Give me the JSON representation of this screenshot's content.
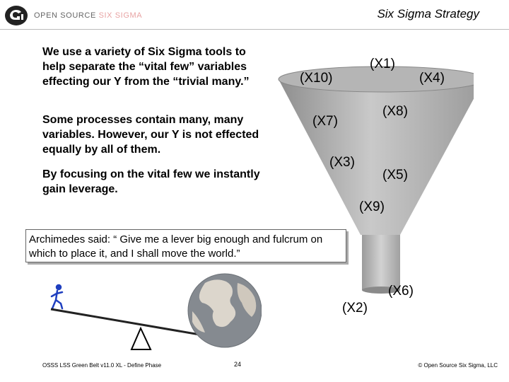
{
  "logo": {
    "prefix": "OPEN SOURCE",
    "accent": "SIX SIGMA",
    "icon": "company-logo-mark"
  },
  "title": "Six Sigma Strategy",
  "paragraphs": [
    "We use a variety of Six Sigma tools to help separate the “vital few” variables effecting our Y from the “trivial many.”",
    "Some processes contain many, many variables. However, our Y is not effected equally by all of them.",
    "By focusing on the vital few we instantly gain leverage."
  ],
  "quote": "Archimedes said: “ Give me a lever big enough and fulcrum on which to place it, and I shall move the world.”",
  "funnel_labels": {
    "x1": "(X1)",
    "x10": "(X10)",
    "x4": "(X4)",
    "x7": "(X7)",
    "x8": "(X8)",
    "x3": "(X3)",
    "x5": "(X5)",
    "x9": "(X9)",
    "x2": "(X2)",
    "x6": "(X6)"
  },
  "footer": {
    "left": "OSSS LSS Green Belt v11.0 XL - Define Phase",
    "page": "24",
    "right": "© Open Source Six Sigma, LLC"
  },
  "colors": {
    "funnel": "#a9a9a9",
    "globe_ocean": "#8a8f95",
    "globe_land": "#d9d4cc",
    "person": "#1f3fbf",
    "logo_accent": "#e8a3a3"
  }
}
